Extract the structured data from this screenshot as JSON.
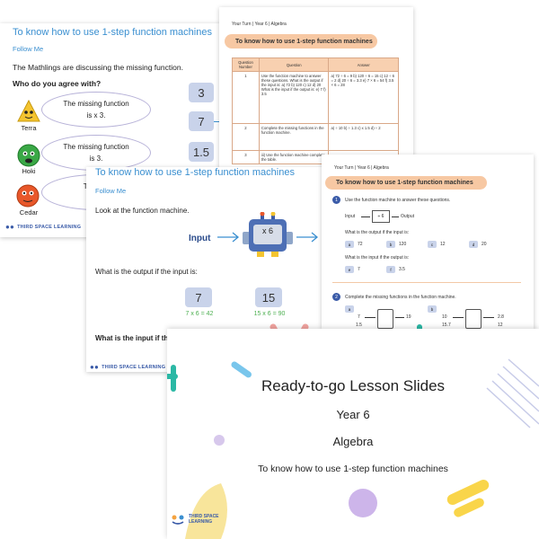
{
  "slide_a": {
    "title": "To know how to use 1-step function machines",
    "follow": "Follow Me",
    "intro": "The Mathlings are discussing the missing function.",
    "question": "Who do you agree with?",
    "characters": [
      {
        "name": "Terra",
        "bubble_line1": "The missing function",
        "bubble_line2": "is x 3.",
        "box": "3"
      },
      {
        "name": "Hoki",
        "bubble_line1": "The missing function",
        "bubble_line2": "is 3.",
        "box": "7"
      },
      {
        "name": "Cedar",
        "bubble_line1": "The mis",
        "bubble_line2": "",
        "box": "1.5"
      }
    ],
    "logo": "THIRD SPACE LEARNING"
  },
  "worksheet_a": {
    "header": "Your Turn | Year 6 | Algebra",
    "pill": "To know how to use 1-step function machines",
    "columns": [
      "Question Number",
      "Question",
      "Answer"
    ],
    "rows": [
      {
        "num": "1",
        "question": "Use the function machine to answer these questions. What is the output if the input is: a) 72 b) 120 c) 12 d) 20 What is the input if the output is: e) 7 f) 3.5",
        "answer": "a) 72 ÷ 6 = 9 b) 120 ÷ 6 = 15 c) 12 ÷ 6 = 2 d) 20 ÷ 6 = 3.3 e) 7 × 6 = 54 f) 3.5 × 6 = 28"
      },
      {
        "num": "2",
        "question": "Complete the missing functions in the function machine.",
        "answer": "a) ÷ 10 b) ÷ 1.3 c) x 1.5 d) ÷ 2"
      },
      {
        "num": "3",
        "question": "iii) Use the function machine complete the table.",
        "answer": ""
      }
    ]
  },
  "slide_b": {
    "title": "To know how to use 1-step function machines",
    "follow": "Follow Me",
    "look": "Look at the function machine.",
    "input_label": "Input",
    "robot_label": "x 6",
    "output_q": "What is the output if the input is:",
    "values": [
      {
        "value": "7",
        "working": "7 x 6 = 42"
      },
      {
        "value": "15",
        "working": "15 x 6 = 90"
      }
    ],
    "input_q": "What is the input if th",
    "logo": "THIRD SPACE LEARNING"
  },
  "worksheet_b": {
    "header": "Your Turn | Year 6 | Algebra",
    "pill": "To know how to use 1-step function machines",
    "q1_number": "1",
    "q1_text": "Use the function machine to answer these questions.",
    "machine_input": "Input",
    "machine_op": "÷ 6",
    "machine_output": "Output",
    "q1_output_prompt": "What is the output if the input is:",
    "q1_options": [
      {
        "tag": "a",
        "value": "72"
      },
      {
        "tag": "b",
        "value": "120"
      },
      {
        "tag": "c",
        "value": "12"
      },
      {
        "tag": "d",
        "value": "20"
      }
    ],
    "q1_input_prompt": "What is the input if the output is:",
    "q1_options2": [
      {
        "tag": "e",
        "value": "7"
      },
      {
        "tag": "f",
        "value": "3.5"
      }
    ],
    "q2_number": "2",
    "q2_text": "Complete the missing functions in the function machine.",
    "q2_parts": [
      {
        "tag": "a",
        "in1": "7",
        "out1": "19",
        "in2": "1.5",
        "out2": "..."
      },
      {
        "tag": "b",
        "in1": "10",
        "out1": "2.8",
        "in2": "15.7",
        "out2": "12"
      }
    ]
  },
  "cover": {
    "title": "Ready-to-go Lesson Slides",
    "year": "Year 6",
    "subject": "Algebra",
    "objective": "To know how to use 1-step function machines",
    "logo_line1": "THIRD SPACE",
    "logo_line2": "LEARNING"
  },
  "colors": {
    "accent_blue": "#3a8fd0",
    "box_lilac": "#c9d3ea",
    "peach": "#f7c8a3",
    "green_working": "#4caf50",
    "brand_navy": "#3a5ba8"
  }
}
